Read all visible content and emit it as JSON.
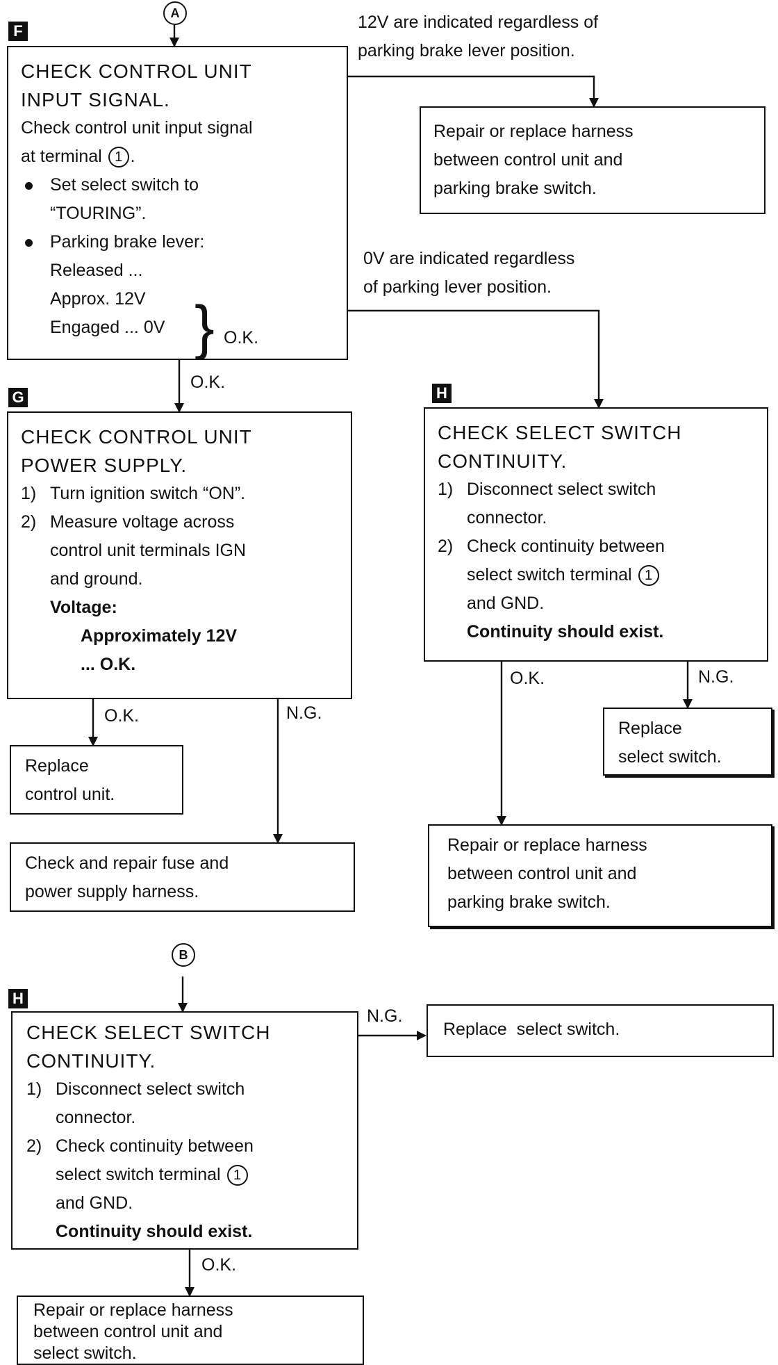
{
  "connectors": {
    "a": "A",
    "b": "B"
  },
  "tags": {
    "f": "F",
    "g": "G",
    "h1": "H",
    "h2": "H"
  },
  "box_f": {
    "title_1": "CHECK CONTROL UNIT",
    "title_2": "INPUT SIGNAL.",
    "l1": "Check control unit input signal",
    "l2": "at terminal",
    "terminal": "1",
    "l2_end": ".",
    "b1a": "Set select switch to",
    "b1b": "“TOURING”.",
    "b2": "Parking brake lever:",
    "r1": "Released ...",
    "r2": "Approx. 12V",
    "r3": "Engaged ... 0V",
    "ok": "O.K."
  },
  "labels": {
    "f_12v_1": "12V are indicated regardless of",
    "f_12v_2": "parking brake lever position.",
    "f_0v_1": "0V are indicated regardless",
    "f_0v_2": "of parking lever position.",
    "f_ok": "O.K.",
    "g_ok": "O.K.",
    "g_ng": "N.G.",
    "h1_ok": "O.K.",
    "h1_ng": "N.G.",
    "h2_ng": "N.G.",
    "h2_ok": "O.K."
  },
  "box_repair1": {
    "l1": "Repair or replace harness",
    "l2": "between control unit and",
    "l3": "parking brake switch."
  },
  "box_g": {
    "title_1": "CHECK CONTROL UNIT",
    "title_2": "POWER SUPPLY.",
    "s1n": "1)",
    "s1": "Turn ignition switch “ON”.",
    "s2n": "2)",
    "s2a": "Measure voltage across",
    "s2b": "control unit terminals IGN",
    "s2c": "and ground.",
    "v_label": "Voltage:",
    "v_value": "Approximately 12V",
    "v_ok": "... O.K."
  },
  "box_replace_cu": {
    "l1": "Replace",
    "l2": "control unit."
  },
  "box_fuse": {
    "l1": "Check and repair fuse and",
    "l2": "power supply harness."
  },
  "box_h1": {
    "title_1": "CHECK SELECT SWITCH",
    "title_2": "CONTINUITY.",
    "s1n": "1)",
    "s1a": "Disconnect select switch",
    "s1b": "connector.",
    "s2n": "2)",
    "s2a": "Check continuity between",
    "s2b": "select switch terminal",
    "terminal": "1",
    "s2c": "and GND.",
    "req": "Continuity should exist."
  },
  "box_replace_ss1": {
    "l1": "Replace",
    "l2": "select switch."
  },
  "box_repair2": {
    "l1": "Repair or replace harness",
    "l2": "between control unit and",
    "l3": "parking brake switch."
  },
  "box_h2": {
    "title_1": "CHECK SELECT SWITCH",
    "title_2": "CONTINUITY.",
    "s1n": "1)",
    "s1a": "Disconnect select switch",
    "s1b": "connector.",
    "s2n": "2)",
    "s2a": "Check continuity between",
    "s2b": "select switch terminal",
    "terminal": "1",
    "s2c": "and GND.",
    "req": "Continuity should exist."
  },
  "box_replace_ss2": {
    "l1": "Replace  select switch."
  },
  "box_repair3": {
    "l1": "Repair or replace harness",
    "l2": "between control unit and",
    "l3": "select switch."
  }
}
